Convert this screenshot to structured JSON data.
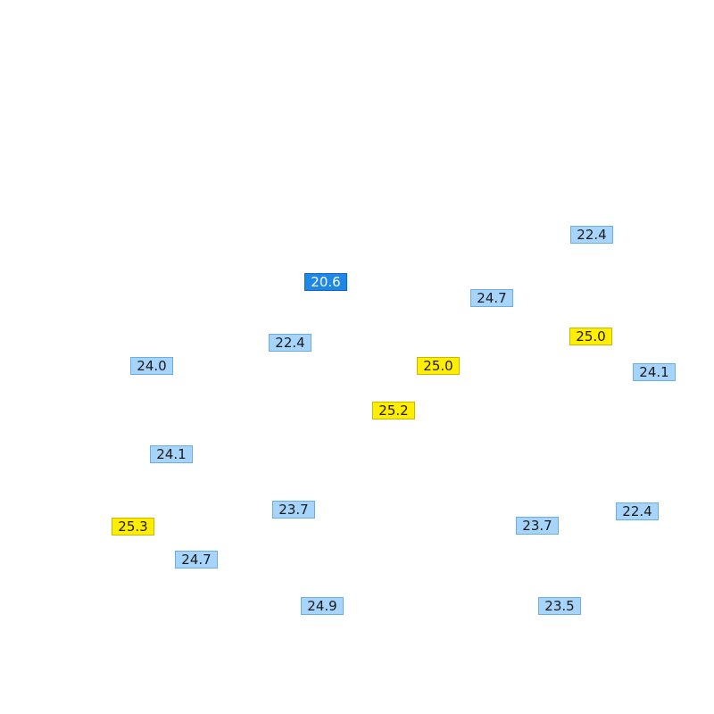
{
  "legend_colors": {
    "low": "#1e88e5",
    "mid": "#a6d4fa",
    "high": "#ffee00"
  },
  "markers": [
    {
      "value": "22.4",
      "level": "mid"
    },
    {
      "value": "20.6",
      "level": "low"
    },
    {
      "value": "24.7",
      "level": "mid"
    },
    {
      "value": "25.0",
      "level": "high"
    },
    {
      "value": "22.4",
      "level": "mid"
    },
    {
      "value": "24.0",
      "level": "mid"
    },
    {
      "value": "25.0",
      "level": "high"
    },
    {
      "value": "24.1",
      "level": "mid"
    },
    {
      "value": "25.2",
      "level": "high"
    },
    {
      "value": "24.1",
      "level": "mid"
    },
    {
      "value": "23.7",
      "level": "mid"
    },
    {
      "value": "22.4",
      "level": "mid"
    },
    {
      "value": "25.3",
      "level": "high"
    },
    {
      "value": "23.7",
      "level": "mid"
    },
    {
      "value": "24.7",
      "level": "mid"
    },
    {
      "value": "24.9",
      "level": "mid"
    },
    {
      "value": "23.5",
      "level": "mid"
    }
  ]
}
